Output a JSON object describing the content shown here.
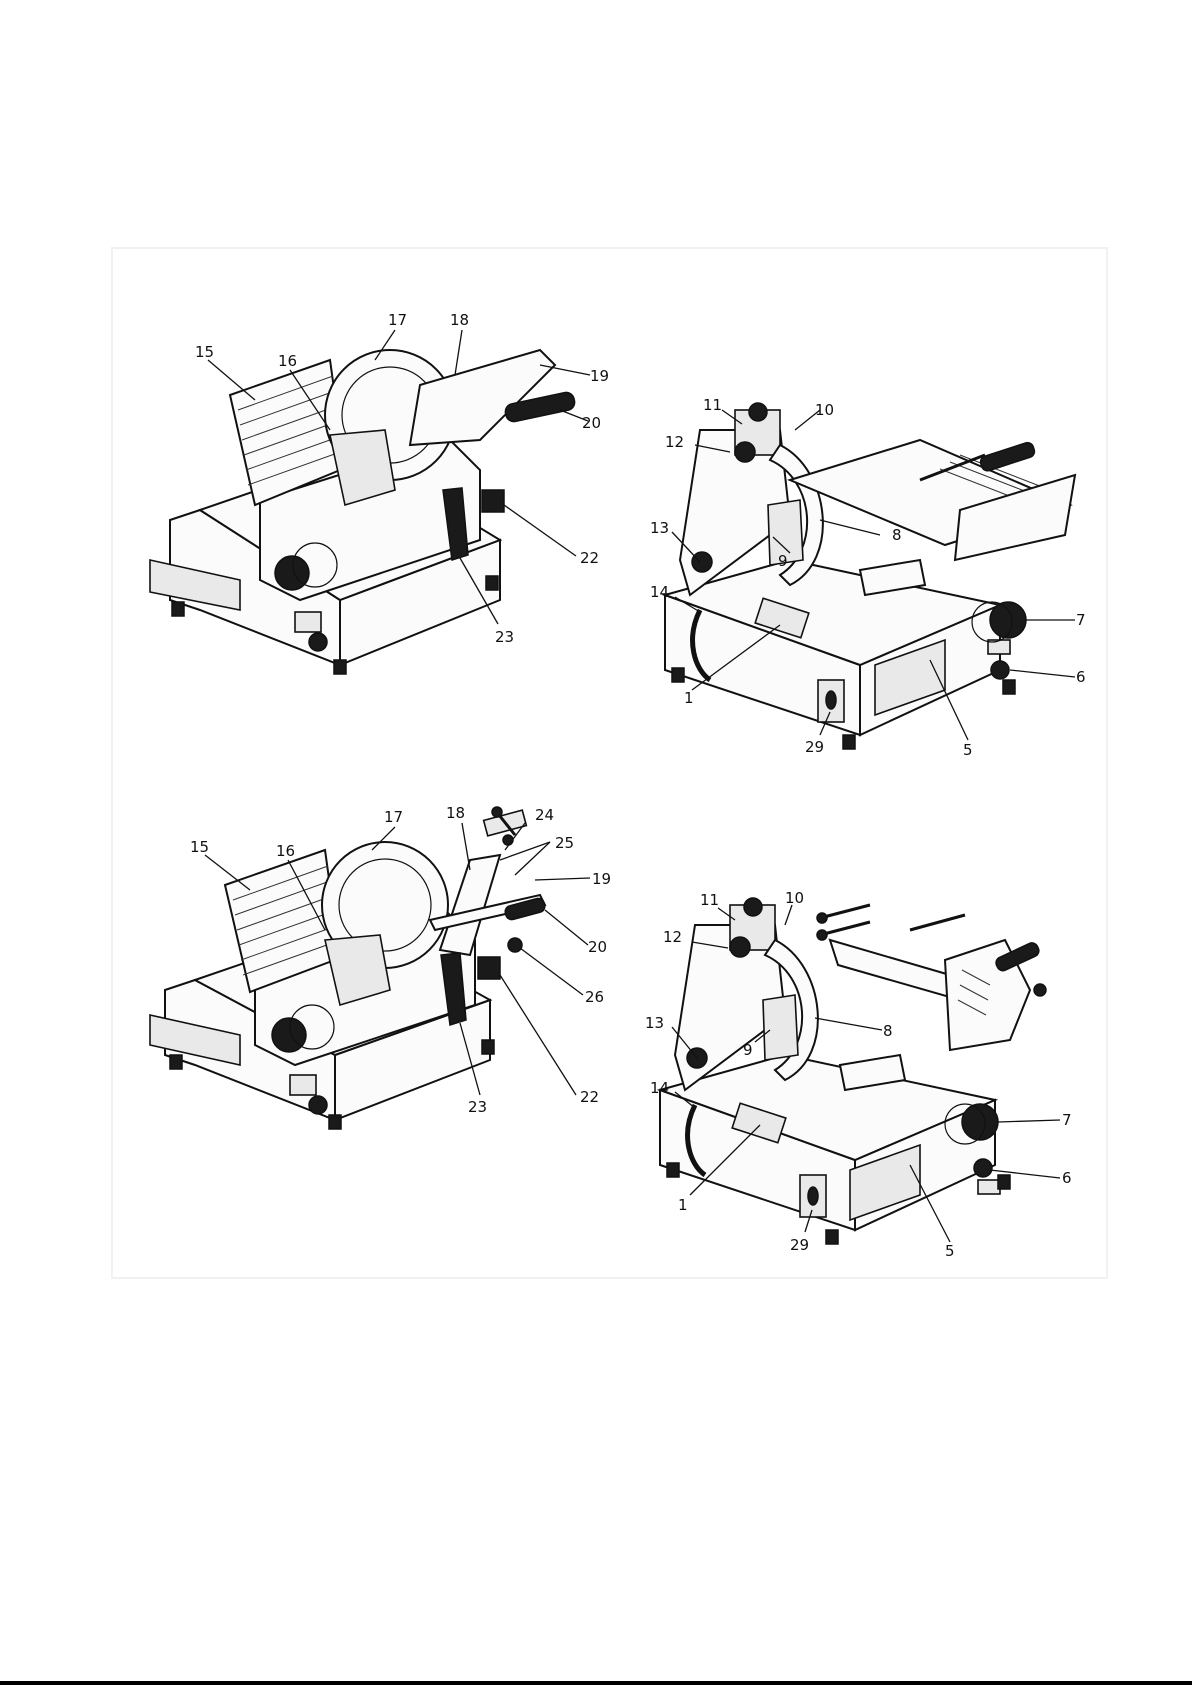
{
  "figure": {
    "views": [
      {
        "id": "view-top-left",
        "labels": [
          "15",
          "16",
          "17",
          "18",
          "19",
          "20",
          "22",
          "23"
        ]
      },
      {
        "id": "view-top-right",
        "labels": [
          "11",
          "10",
          "12",
          "13",
          "8",
          "9",
          "14",
          "7",
          "6",
          "1",
          "29",
          "5"
        ]
      },
      {
        "id": "view-bottom-left",
        "labels": [
          "15",
          "16",
          "17",
          "18",
          "24",
          "25",
          "19",
          "20",
          "26",
          "22",
          "23"
        ]
      },
      {
        "id": "view-bottom-right",
        "labels": [
          "11",
          "10",
          "12",
          "13",
          "8",
          "9",
          "14",
          "7",
          "6",
          "1",
          "29",
          "5"
        ]
      }
    ]
  }
}
